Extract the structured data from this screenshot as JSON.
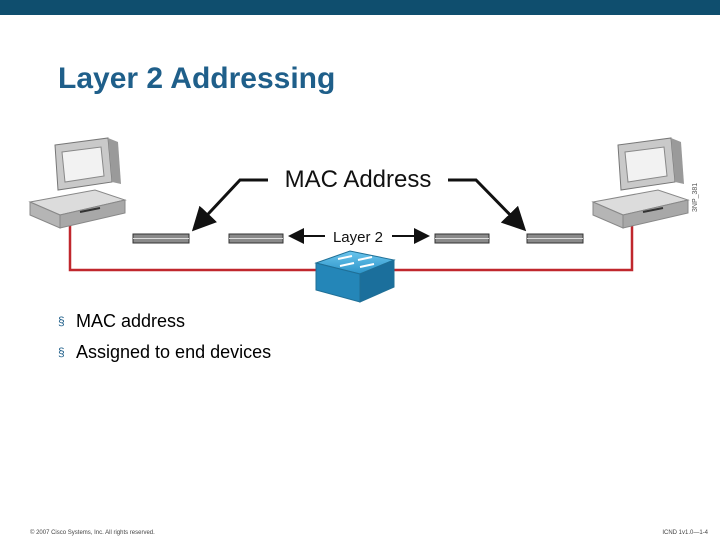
{
  "slide": {
    "title": "Layer 2 Addressing",
    "diagram": {
      "top_label": "MAC Address",
      "middle_label": "Layer 2",
      "figure_id": "3NP_381"
    },
    "bullets": [
      "MAC address",
      "Assigned to end devices"
    ],
    "footer_left": "© 2007 Cisco Systems, Inc. All rights reserved.",
    "footer_right": "ICND 1v1.0—1-4",
    "colors": {
      "top_bar": "#0f4e6e",
      "title": "#1f5f8a",
      "link": "#c0272d",
      "switch": "#3aa6d8"
    }
  }
}
